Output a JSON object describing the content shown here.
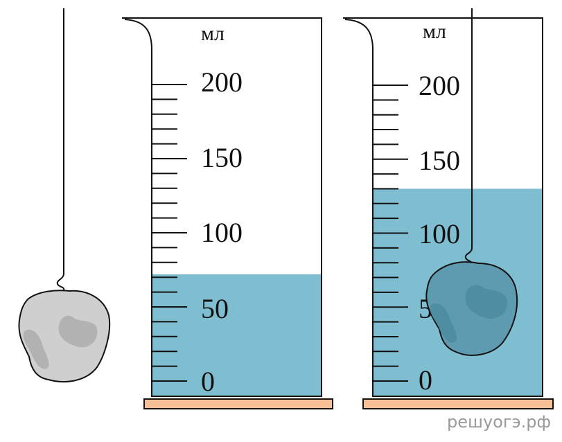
{
  "unit": "мл",
  "scale_labels": [
    "200",
    "150",
    "100",
    "50",
    "0"
  ],
  "cylinders": [
    {
      "id": "left",
      "water_level_ml": 72
    },
    {
      "id": "right",
      "water_level_ml": 130
    }
  ],
  "watermark": "решуогэ.рф",
  "colors": {
    "water": "#7fbdd1",
    "stand": "#f7c096",
    "stone": "#cfcfcf",
    "stone_shadow": "#b2b2b2",
    "stone_submerged": "#5f9bb0",
    "outline": "#111111"
  }
}
